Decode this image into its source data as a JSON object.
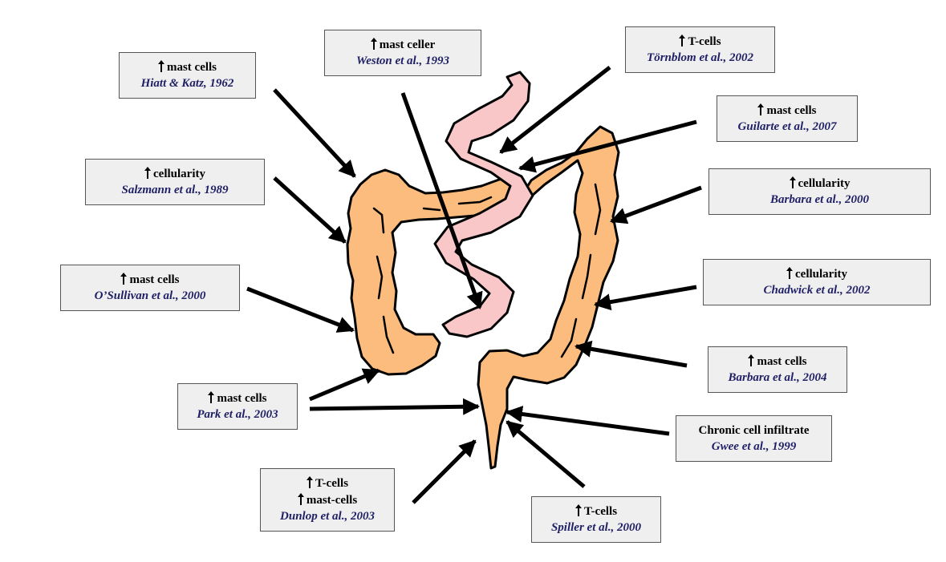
{
  "colors": {
    "colon_fill": "#fbbc7d",
    "small_intestine_fill": "#f9c7c8",
    "outline": "#000000",
    "box_fill": "#efefef",
    "reference_text": "#1f1f66"
  },
  "labels": [
    {
      "id": "hiatt",
      "lines": [
        {
          "up": true,
          "text": "mast cells"
        }
      ],
      "reference": "Hiatt & Katz, 1962"
    },
    {
      "id": "weston",
      "lines": [
        {
          "up": true,
          "text": "mast celler"
        }
      ],
      "reference": "Weston et al., 1993"
    },
    {
      "id": "tornblom",
      "lines": [
        {
          "up": true,
          "text": "T-cells"
        }
      ],
      "reference": "Törnblom et al., 2002"
    },
    {
      "id": "guilarte",
      "lines": [
        {
          "up": true,
          "text": "mast cells"
        }
      ],
      "reference": "Guilarte et al., 2007"
    },
    {
      "id": "salzmann",
      "lines": [
        {
          "up": true,
          "text": "cellularity"
        }
      ],
      "reference": "Salzmann et al., 1989"
    },
    {
      "id": "barbara2000",
      "lines": [
        {
          "up": true,
          "text": "cellularity"
        }
      ],
      "reference": "Barbara et al., 2000"
    },
    {
      "id": "osullivan",
      "lines": [
        {
          "up": true,
          "text": "mast cells"
        }
      ],
      "reference": "O’Sullivan et al., 2000"
    },
    {
      "id": "chadwick",
      "lines": [
        {
          "up": true,
          "text": "cellularity"
        }
      ],
      "reference": "Chadwick et al., 2002"
    },
    {
      "id": "barbara2004",
      "lines": [
        {
          "up": true,
          "text": "mast cells"
        }
      ],
      "reference": "Barbara et al., 2004"
    },
    {
      "id": "park",
      "lines": [
        {
          "up": true,
          "text": "mast cells"
        }
      ],
      "reference": "Park et al., 2003"
    },
    {
      "id": "gwee",
      "lines": [
        {
          "up": false,
          "text": "Chronic cell infiltrate"
        }
      ],
      "reference": "Gwee et al., 1999"
    },
    {
      "id": "dunlop",
      "lines": [
        {
          "up": true,
          "text": "T-cells"
        },
        {
          "up": true,
          "text": "mast-cells"
        }
      ],
      "reference": "Dunlop et al., 2003"
    },
    {
      "id": "spiller",
      "lines": [
        {
          "up": true,
          "text": "T-cells"
        }
      ],
      "reference": "Spiller et al., 2000"
    }
  ]
}
